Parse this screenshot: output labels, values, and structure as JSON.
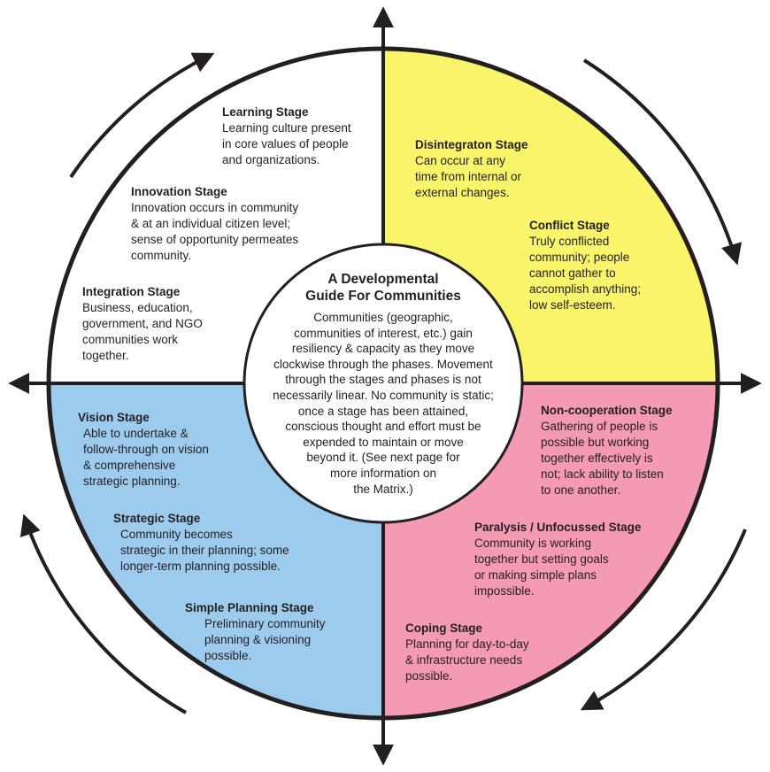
{
  "colors": {
    "top_left": "#ffffff",
    "top_right": "#f9f46a",
    "bottom_left": "#9dcbed",
    "bottom_right": "#f49ab2",
    "outline": "#231f20"
  },
  "center": {
    "title": "A Developmental\nGuide For Communities",
    "body": "Communities (geographic,\ncommunities of interest, etc.) gain\nresiliency & capacity as they move\nclockwise through the phases. Movement\nthrough the stages and phases is not\nnecessarily linear. No community is static;\nonce a stage has been attained,\nconscious thought and effort must be\nexpended to maintain or move\nbeyond it. (See next page for\nmore information on\nthe Matrix.)"
  },
  "stages": {
    "learning": {
      "title": "Learning Stage",
      "desc": "Learning culture present\nin core values of people\nand organizations."
    },
    "innovation": {
      "title": "Innovation Stage",
      "desc": "Innovation occurs in community\n& at an individual citizen level;\nsense of opportunity permeates\ncommunity."
    },
    "integration": {
      "title": "Integration Stage",
      "desc": "Business, education,\ngovernment, and NGO\ncommunities work\ntogether."
    },
    "disintegration": {
      "title": "Disintegraton Stage",
      "desc": "Can occur at any\ntime from internal or\nexternal changes."
    },
    "conflict": {
      "title": "Conflict Stage",
      "desc": "Truly conflicted\ncommunity; people\ncannot gather to\naccomplish anything;\nlow self-esteem."
    },
    "vision": {
      "title": "Vision Stage",
      "desc": "Able to undertake &\nfollow-through on vision\n& comprehensive\nstrategic planning."
    },
    "strategic": {
      "title": "Strategic Stage",
      "desc": "Community becomes\nstrategic in their planning; some\nlonger-term planning possible."
    },
    "simple_planning": {
      "title": "Simple Planning Stage",
      "desc": "Preliminary community\nplanning & visioning\npossible."
    },
    "non_cooperation": {
      "title": "Non-cooperation Stage",
      "desc": "Gathering of people is\npossible but working\ntogether effectively is\nnot; lack ability to listen\nto one another."
    },
    "paralysis": {
      "title": "Paralysis / Unfocussed Stage",
      "desc": "Community is working\ntogether but setting goals\nor making simple plans\nimpossible."
    },
    "coping": {
      "title": "Coping Stage",
      "desc": "Planning for day-to-day\n& infrastructure needs\npossible."
    }
  }
}
